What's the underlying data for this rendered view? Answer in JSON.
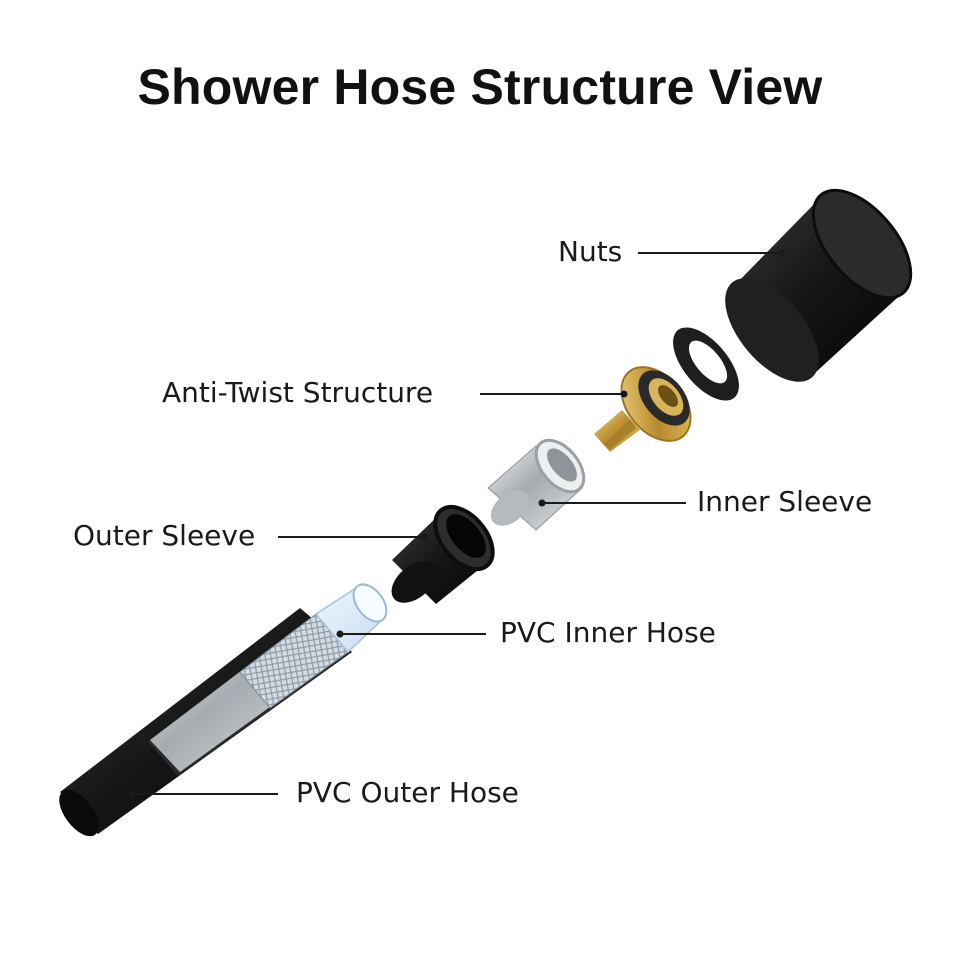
{
  "title": "Shower Hose Structure View",
  "labels": {
    "nuts": "Nuts",
    "anti_twist": "Anti-Twist Structure",
    "inner_sleeve": "Inner Sleeve",
    "outer_sleeve": "Outer Sleeve",
    "pvc_inner_hose": "PVC Inner Hose",
    "pvc_outer_hose": "PVC Outer Hose"
  },
  "colors": {
    "black_part": "#1c1c1c",
    "brass": "#c9a24a",
    "chrome": "#c8ccd0",
    "text": "#1a1a1a"
  }
}
